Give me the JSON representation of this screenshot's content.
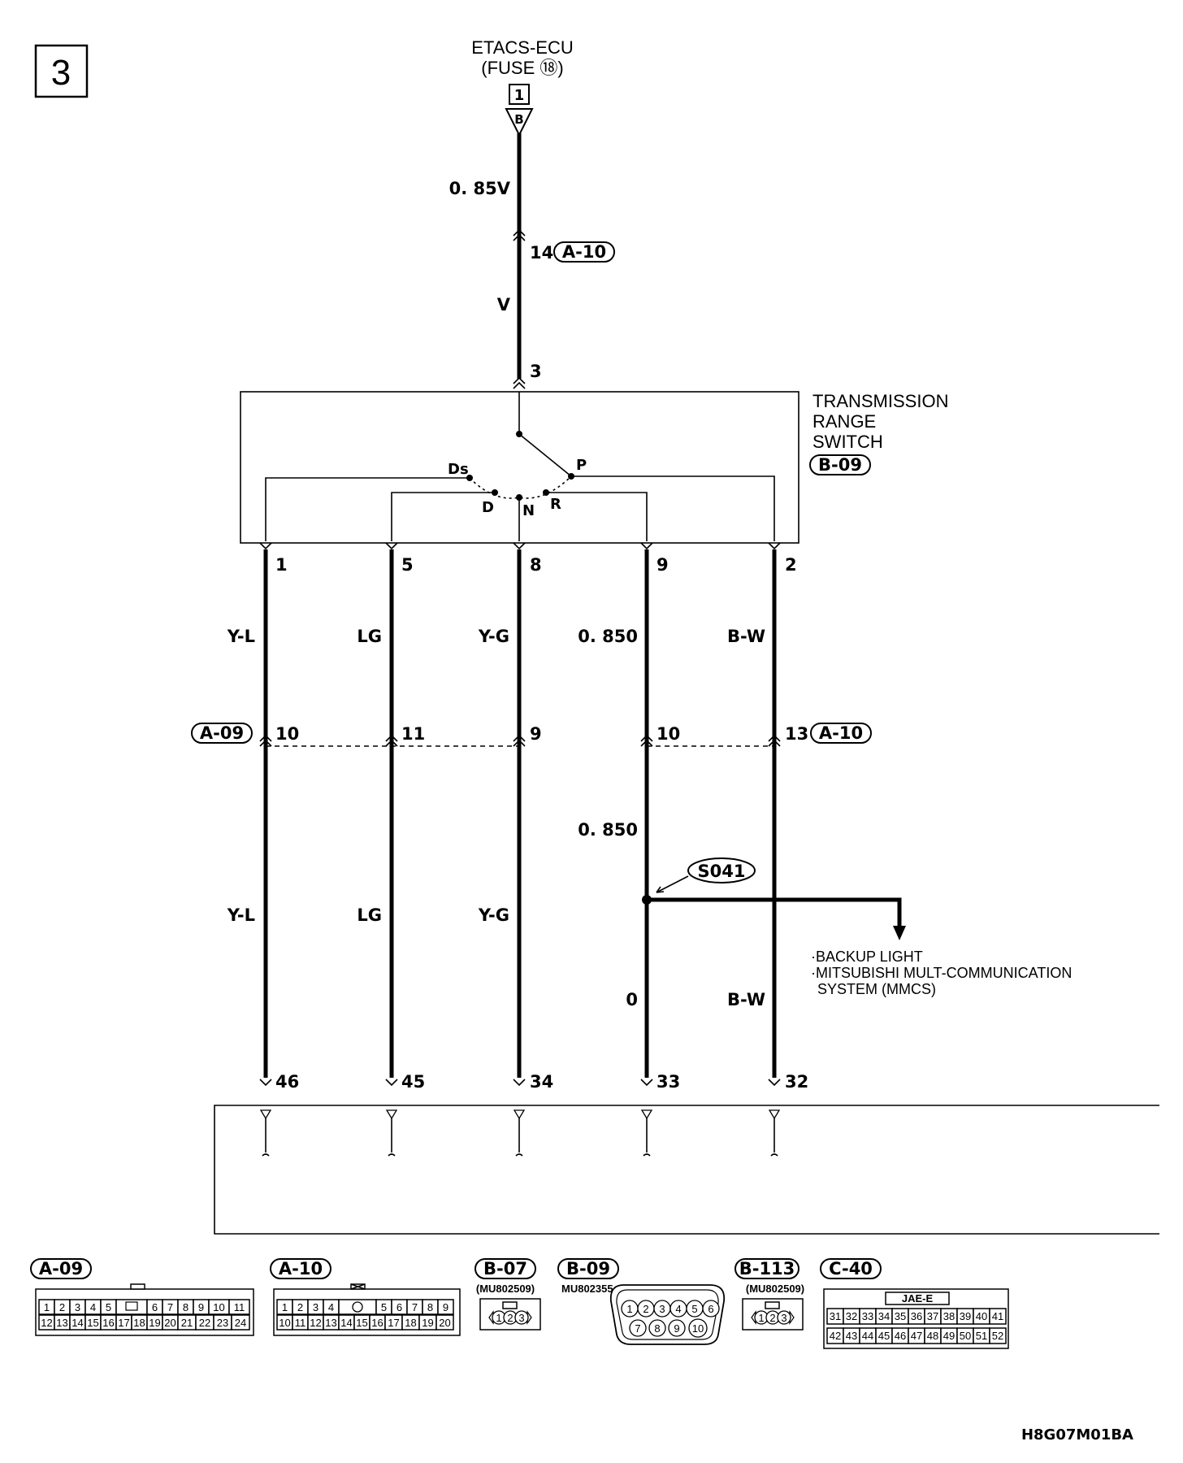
{
  "page": {
    "section_number": "3",
    "footer_code": "H8G07M01BA"
  },
  "source": {
    "name": "ETACS-ECU",
    "fuse": "(FUSE ⑱)",
    "pin": "1",
    "connector_letter": "B"
  },
  "feed_wire": {
    "size": "0. 85V",
    "color": "V",
    "junction_pin": "14",
    "junction_connector": "A-10",
    "switch_pin": "3"
  },
  "switch": {
    "title_line1": "TRANSMISSION",
    "title_line2": "RANGE",
    "title_line3": "SWITCH",
    "connector": "B-09",
    "positions": {
      "ds": "Ds",
      "d": "D",
      "n": "N",
      "r": "R",
      "p": "P"
    }
  },
  "circuits": [
    {
      "switch_pin": "1",
      "upper_wire": "Y-L",
      "joint_pin": "10",
      "lower_wire": "Y-L",
      "ecu_pin": "46"
    },
    {
      "switch_pin": "5",
      "upper_wire": "LG",
      "joint_pin": "11",
      "lower_wire": "LG",
      "ecu_pin": "45"
    },
    {
      "switch_pin": "8",
      "upper_wire": "Y-G",
      "joint_pin": "9",
      "lower_wire": "Y-G",
      "ecu_pin": "34"
    },
    {
      "switch_pin": "9",
      "upper_wire": "0. 850",
      "joint_pin": "10",
      "mid_wire": "0. 850",
      "lower_wire": "0",
      "ecu_pin": "33"
    },
    {
      "switch_pin": "2",
      "upper_wire": "B-W",
      "joint_pin": "13",
      "lower_wire": "B-W",
      "ecu_pin": "32"
    }
  ],
  "joints": {
    "left_connector": "A-09",
    "right_connector": "A-10"
  },
  "splice": {
    "id": "S041",
    "dest_line1": "·BACKUP LIGHT",
    "dest_line2": "·MITSUBISHI MULT-COMMUNICATION",
    "dest_line3": "SYSTEM (MMCS)"
  },
  "connectors": {
    "a09": {
      "label": "A-09",
      "row1": [
        "1",
        "2",
        "3",
        "4",
        "5",
        "",
        "6",
        "7",
        "8",
        "9",
        "10",
        "11"
      ],
      "row2": [
        "12",
        "13",
        "14",
        "15",
        "16",
        "17",
        "18",
        "19",
        "20",
        "21",
        "22",
        "23",
        "24"
      ]
    },
    "a10": {
      "label": "A-10",
      "row1": [
        "1",
        "2",
        "3",
        "4",
        "",
        "5",
        "6",
        "7",
        "8",
        "9"
      ],
      "row2": [
        "10",
        "11",
        "12",
        "13",
        "14",
        "15",
        "16",
        "17",
        "18",
        "19",
        "20"
      ]
    },
    "b07": {
      "label": "B-07",
      "part": "(MU802509)",
      "pins": [
        "1",
        "2",
        "3"
      ]
    },
    "b09": {
      "label": "B-09",
      "part": "MU802355",
      "row1": [
        "1",
        "2",
        "3",
        "4",
        "5",
        "6"
      ],
      "row2": [
        "7",
        "8",
        "9",
        "10"
      ]
    },
    "b113": {
      "label": "B-113",
      "part": "(MU802509)",
      "pins": [
        "1",
        "2",
        "3"
      ]
    },
    "c40": {
      "label": "C-40",
      "header": "JAE-E",
      "row1": [
        "31",
        "32",
        "33",
        "34",
        "35",
        "36",
        "37",
        "38",
        "39",
        "40",
        "41"
      ],
      "row2": [
        "42",
        "43",
        "44",
        "45",
        "46",
        "47",
        "48",
        "49",
        "50",
        "51",
        "52"
      ]
    }
  }
}
